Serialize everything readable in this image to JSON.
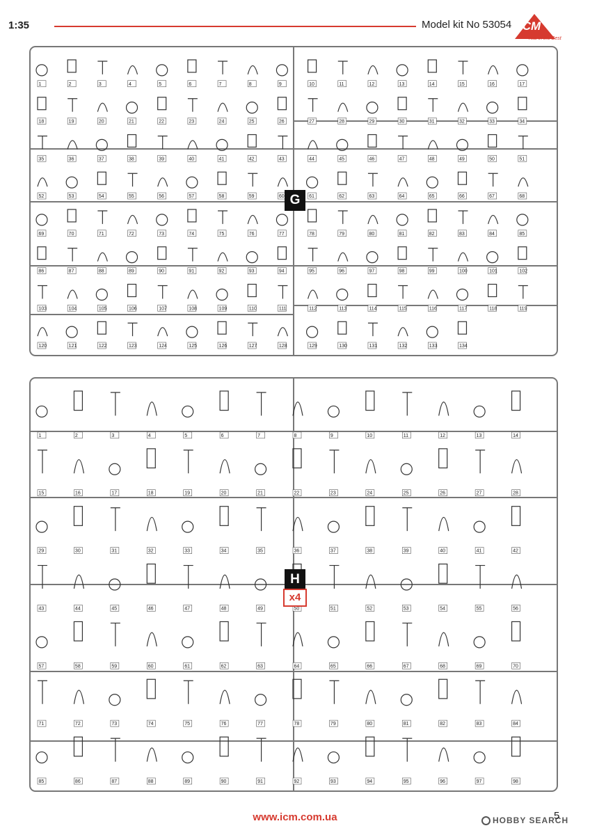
{
  "header": {
    "scale": "1:35",
    "kit": "Model kit No 53054"
  },
  "logo": {
    "name": "ICM",
    "tagline": "Kits in the Best",
    "accent": "#d63a2f"
  },
  "sprues": [
    {
      "label": "G",
      "multiplier": "",
      "ids": [
        "1",
        "2",
        "3",
        "4",
        "5",
        "6",
        "7",
        "8",
        "9",
        "10",
        "11",
        "12",
        "13",
        "14",
        "15",
        "16",
        "17",
        "18",
        "19",
        "20",
        "21",
        "22",
        "23",
        "24",
        "25",
        "26",
        "27",
        "28",
        "29",
        "30",
        "31",
        "32",
        "33",
        "34",
        "35",
        "36",
        "37",
        "38",
        "39",
        "40",
        "41",
        "42",
        "43",
        "44",
        "45",
        "46",
        "47",
        "48",
        "49",
        "50",
        "51",
        "52",
        "53",
        "54",
        "55",
        "56",
        "57",
        "58",
        "59",
        "60",
        "61",
        "62",
        "63",
        "64",
        "65",
        "66",
        "67",
        "68",
        "69",
        "70",
        "71",
        "72",
        "73",
        "74",
        "75",
        "76",
        "77",
        "78",
        "79",
        "80",
        "81",
        "82",
        "83",
        "84",
        "85",
        "86",
        "87",
        "88",
        "89",
        "90",
        "91",
        "92",
        "93",
        "94",
        "95",
        "96",
        "97",
        "98",
        "99",
        "100",
        "101",
        "102",
        "103",
        "104",
        "105",
        "106",
        "107",
        "108",
        "109",
        "110",
        "111",
        "112",
        "113",
        "114",
        "115",
        "116",
        "117",
        "118",
        "119",
        "120",
        "121",
        "122",
        "123",
        "124",
        "125",
        "126",
        "127",
        "128",
        "129",
        "130",
        "131",
        "132",
        "133",
        "134"
      ]
    },
    {
      "label": "H",
      "multiplier": "x4",
      "ids": [
        "1",
        "2",
        "3",
        "4",
        "5",
        "6",
        "7",
        "8",
        "9",
        "10",
        "11",
        "12",
        "13",
        "14",
        "15",
        "16",
        "17",
        "18",
        "19",
        "20",
        "21",
        "22",
        "23",
        "24",
        "25",
        "26",
        "27",
        "28",
        "29",
        "30",
        "31",
        "32",
        "33",
        "34",
        "35",
        "36",
        "37",
        "38",
        "39",
        "40",
        "41",
        "42",
        "43",
        "44",
        "45",
        "46",
        "47",
        "48",
        "49",
        "50",
        "51",
        "52",
        "53",
        "54",
        "55",
        "56",
        "57",
        "58",
        "59",
        "60",
        "61",
        "62",
        "63",
        "64",
        "65",
        "66",
        "67",
        "68",
        "69",
        "70",
        "71",
        "72",
        "73",
        "74",
        "75",
        "76",
        "77",
        "78",
        "79",
        "80",
        "81",
        "82",
        "83",
        "84",
        "85",
        "86",
        "87",
        "88",
        "89",
        "90",
        "91",
        "92",
        "93",
        "94",
        "95",
        "96",
        "97",
        "98"
      ]
    }
  ],
  "footer": {
    "url": "www.icm.com.ua",
    "page": "5",
    "watermark": "HOBBY SEARCH"
  }
}
